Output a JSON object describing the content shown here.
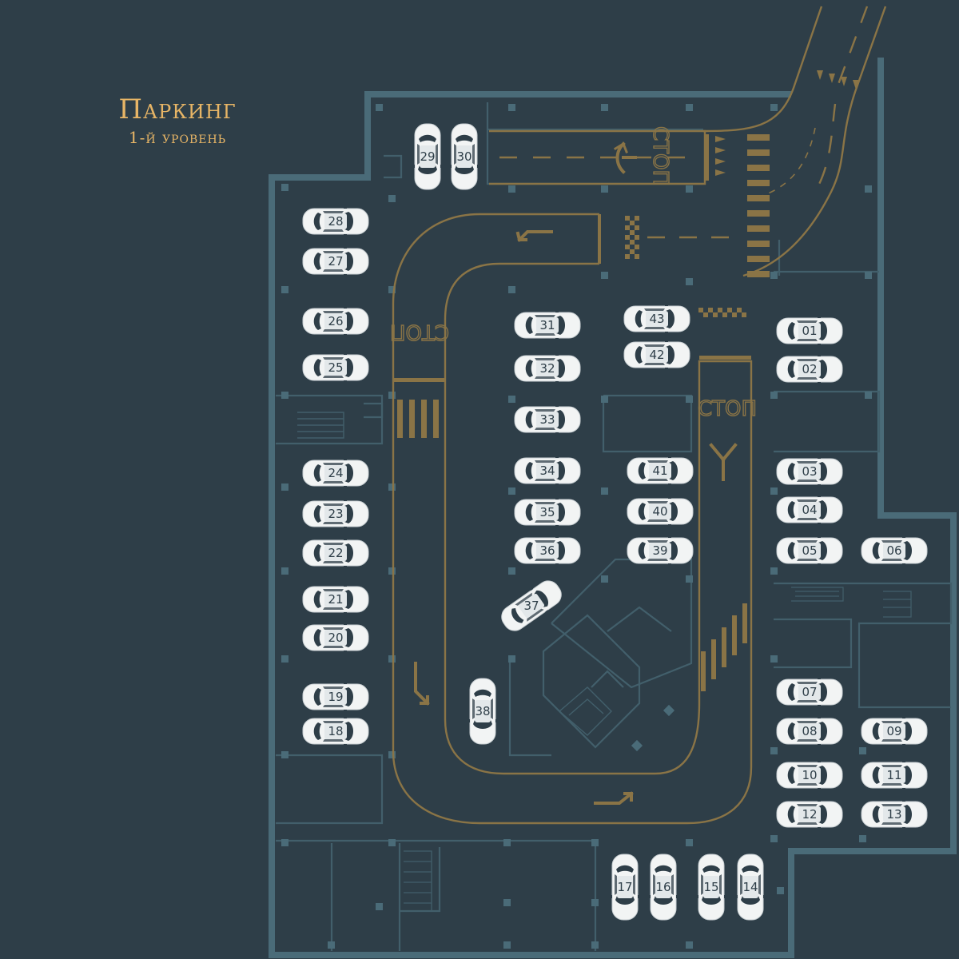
{
  "header": {
    "title": "Паркинг",
    "subtitle": "1-й уровень"
  },
  "road_markings": {
    "stop_1": "СТОП",
    "stop_2": "СТОП",
    "stop_3": "СТОП"
  },
  "colors": {
    "background": "#2e3e48",
    "walls": "#4a6b78",
    "road_lines": "#8a7446",
    "title_accent": "#e7b566",
    "car_body": "#f2f4f4",
    "car_glass": "#2e3e48",
    "label_bg": "#e3e8ea"
  },
  "spots": [
    {
      "id": "01",
      "orientation": "horizontal"
    },
    {
      "id": "02",
      "orientation": "horizontal"
    },
    {
      "id": "03",
      "orientation": "horizontal"
    },
    {
      "id": "04",
      "orientation": "horizontal"
    },
    {
      "id": "05",
      "orientation": "horizontal"
    },
    {
      "id": "06",
      "orientation": "horizontal"
    },
    {
      "id": "07",
      "orientation": "horizontal"
    },
    {
      "id": "08",
      "orientation": "horizontal"
    },
    {
      "id": "09",
      "orientation": "horizontal"
    },
    {
      "id": "10",
      "orientation": "horizontal"
    },
    {
      "id": "11",
      "orientation": "horizontal"
    },
    {
      "id": "12",
      "orientation": "horizontal"
    },
    {
      "id": "13",
      "orientation": "horizontal"
    },
    {
      "id": "14",
      "orientation": "vertical"
    },
    {
      "id": "15",
      "orientation": "vertical"
    },
    {
      "id": "16",
      "orientation": "vertical"
    },
    {
      "id": "17",
      "orientation": "vertical"
    },
    {
      "id": "18",
      "orientation": "horizontal"
    },
    {
      "id": "19",
      "orientation": "horizontal"
    },
    {
      "id": "20",
      "orientation": "horizontal"
    },
    {
      "id": "21",
      "orientation": "horizontal"
    },
    {
      "id": "22",
      "orientation": "horizontal"
    },
    {
      "id": "23",
      "orientation": "horizontal"
    },
    {
      "id": "24",
      "orientation": "horizontal"
    },
    {
      "id": "25",
      "orientation": "horizontal"
    },
    {
      "id": "26",
      "orientation": "horizontal"
    },
    {
      "id": "27",
      "orientation": "horizontal"
    },
    {
      "id": "28",
      "orientation": "horizontal"
    },
    {
      "id": "29",
      "orientation": "vertical"
    },
    {
      "id": "30",
      "orientation": "vertical"
    },
    {
      "id": "31",
      "orientation": "horizontal"
    },
    {
      "id": "32",
      "orientation": "horizontal"
    },
    {
      "id": "33",
      "orientation": "horizontal"
    },
    {
      "id": "34",
      "orientation": "horizontal"
    },
    {
      "id": "35",
      "orientation": "horizontal"
    },
    {
      "id": "36",
      "orientation": "horizontal"
    },
    {
      "id": "37",
      "orientation": "diagonal"
    },
    {
      "id": "38",
      "orientation": "vertical"
    },
    {
      "id": "39",
      "orientation": "horizontal"
    },
    {
      "id": "40",
      "orientation": "horizontal"
    },
    {
      "id": "41",
      "orientation": "horizontal"
    },
    {
      "id": "42",
      "orientation": "horizontal"
    },
    {
      "id": "43",
      "orientation": "horizontal"
    }
  ]
}
